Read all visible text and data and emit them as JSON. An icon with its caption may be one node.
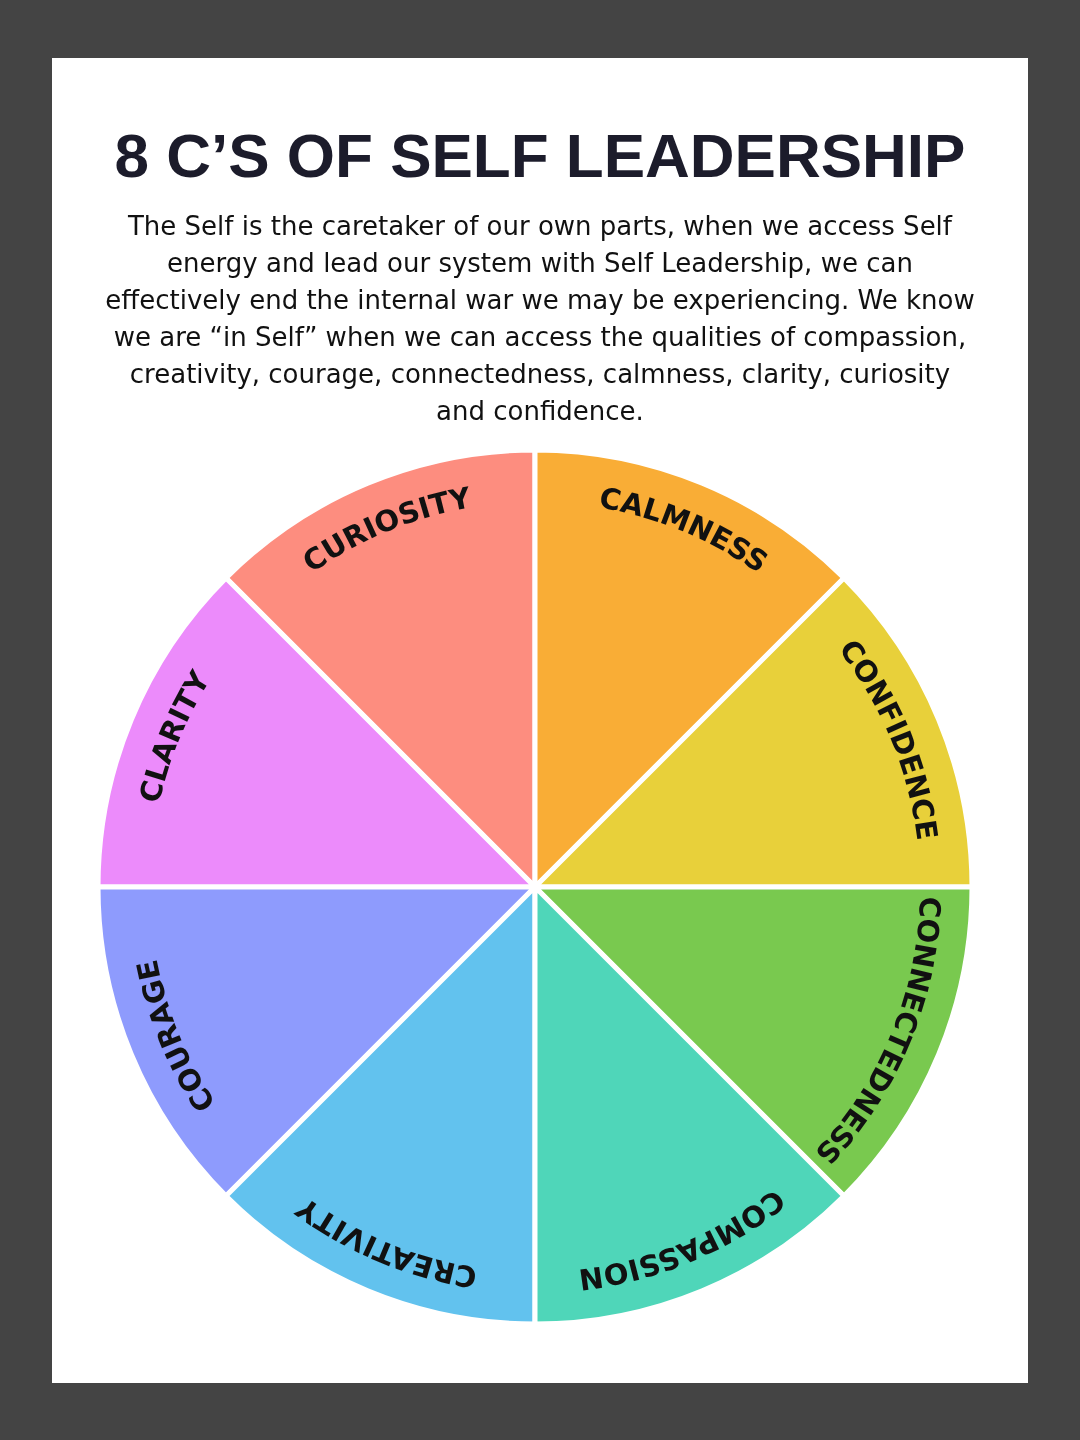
{
  "diagram": {
    "title": "8 C’S OF SELF LEADERSHIP",
    "nodes": [
      {
        "text": [
          "CURIOSITY"
        ]
      },
      {
        "text": [
          "CALMNESS"
        ]
      },
      {
        "text": [
          "CLARITY"
        ]
      },
      {
        "text": [
          "CONFIDENCE"
        ]
      },
      {
        "text": [
          "COURAGE"
        ]
      },
      {
        "text": [
          "CONNECTEDNESS"
        ]
      },
      {
        "text": [
          "CREATIVITY"
        ]
      },
      {
        "text": [
          "COMPASSION"
        ]
      }
    ],
    "labels": [
      "The Self is the caretaker of our own parts, when we access Self energy and lead our system with Self Leadership, we can effectively end the internal war we may be experiencing. We know we are “in Self” when we can access the qualities of compassion, creativity, courage, connectedness, calmness, clarity, curiosity and confidence."
    ]
  }
}
